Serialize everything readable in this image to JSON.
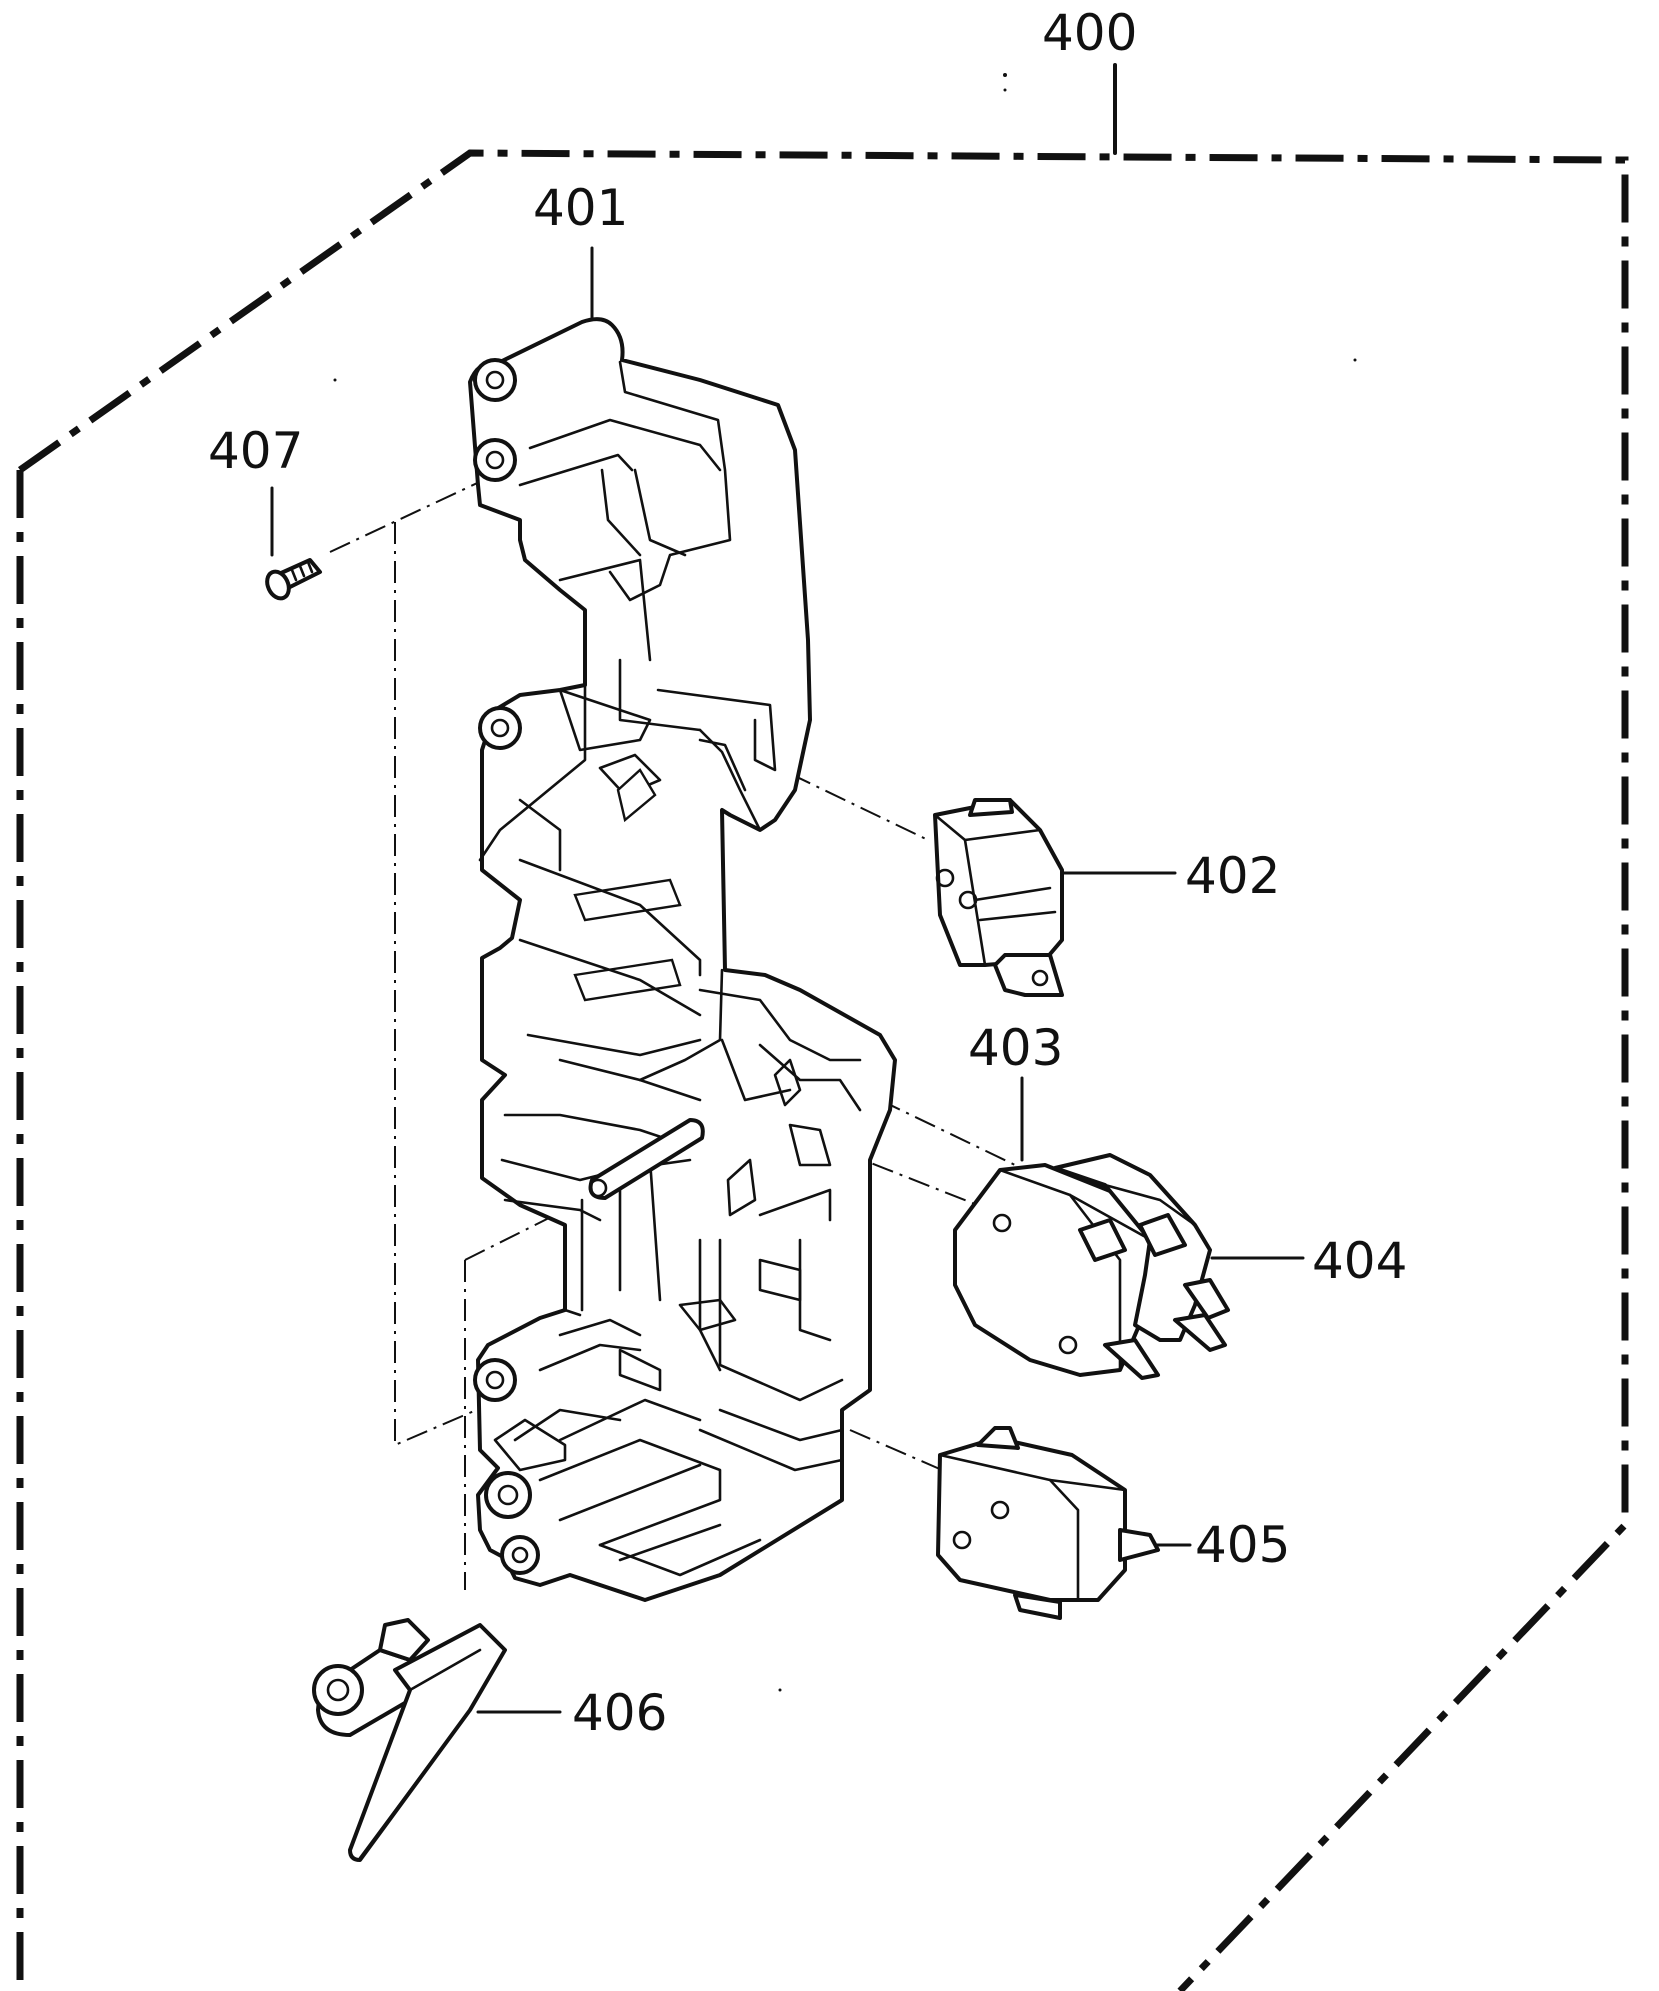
{
  "callouts": {
    "assembly": "400",
    "frame": "401",
    "switch_upper": "402",
    "switch_mid_left": "403",
    "switch_mid_right": "404",
    "switch_lower": "405",
    "latch_lever": "406",
    "screw": "407"
  },
  "colors": {
    "ink": "#111111",
    "paper": "#ffffff"
  }
}
